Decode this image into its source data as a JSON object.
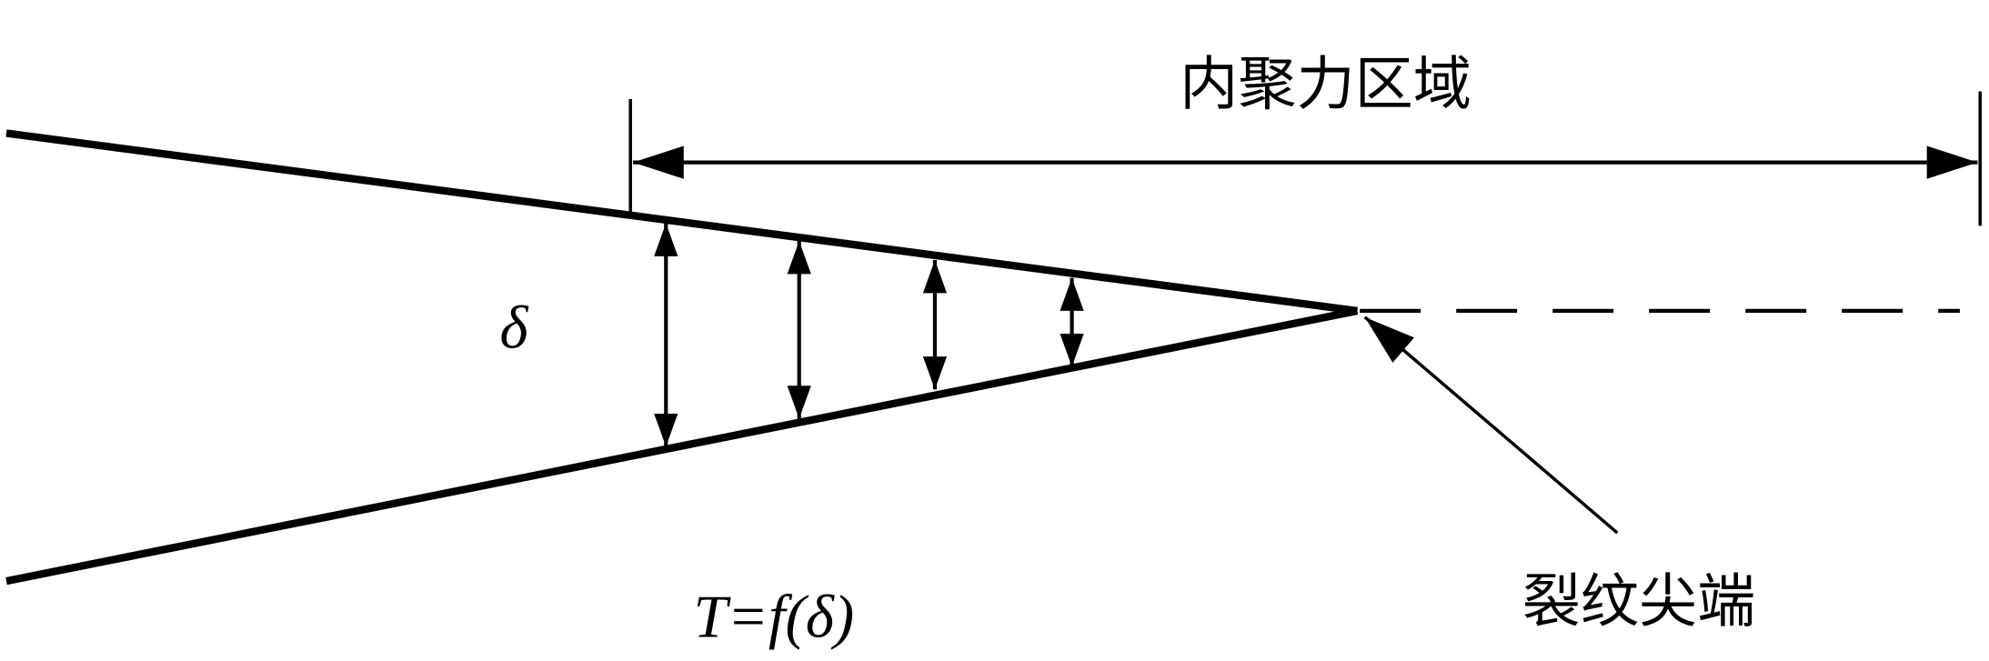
{
  "labels": {
    "cohesive_zone": "内聚力区域",
    "delta": "δ",
    "traction_law": "T=f(δ)",
    "crack_tip": "裂纹尖端"
  },
  "colors": {
    "stroke": "#000000",
    "background": "#ffffff"
  }
}
